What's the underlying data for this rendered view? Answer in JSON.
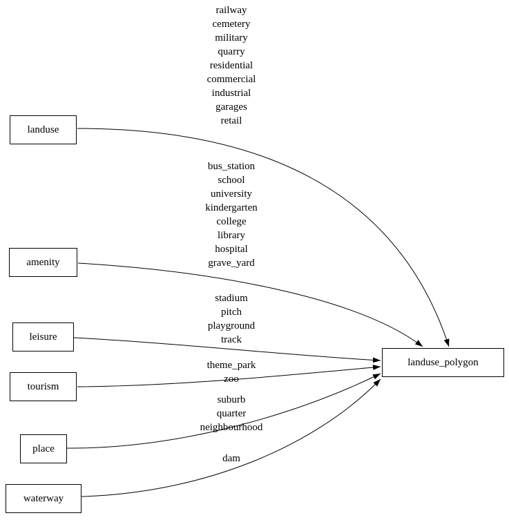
{
  "colors": {
    "background": "#ffffff",
    "node_border": "#000000",
    "edge": "#000000",
    "text": "#000000"
  },
  "nodes": [
    {
      "id": "landuse",
      "label": "landuse"
    },
    {
      "id": "amenity",
      "label": "amenity"
    },
    {
      "id": "leisure",
      "label": "leisure"
    },
    {
      "id": "tourism",
      "label": "tourism"
    },
    {
      "id": "place",
      "label": "place"
    },
    {
      "id": "waterway",
      "label": "waterway"
    },
    {
      "id": "landuse_polygon",
      "label": "landuse_polygon"
    }
  ],
  "edges": [
    {
      "from": "landuse",
      "to": "landuse_polygon",
      "values": [
        "railway",
        "cemetery",
        "military",
        "quarry",
        "residential",
        "commercial",
        "industrial",
        "garages",
        "retail"
      ]
    },
    {
      "from": "amenity",
      "to": "landuse_polygon",
      "values": [
        "bus_station",
        "school",
        "university",
        "kindergarten",
        "college",
        "library",
        "hospital",
        "grave_yard"
      ]
    },
    {
      "from": "leisure",
      "to": "landuse_polygon",
      "values": [
        "stadium",
        "pitch",
        "playground",
        "track"
      ]
    },
    {
      "from": "tourism",
      "to": "landuse_polygon",
      "values": [
        "theme_park",
        "zoo"
      ]
    },
    {
      "from": "place",
      "to": "landuse_polygon",
      "values": [
        "suburb",
        "quarter",
        "neighbourhood"
      ]
    },
    {
      "from": "waterway",
      "to": "landuse_polygon",
      "values": [
        "dam"
      ]
    }
  ]
}
